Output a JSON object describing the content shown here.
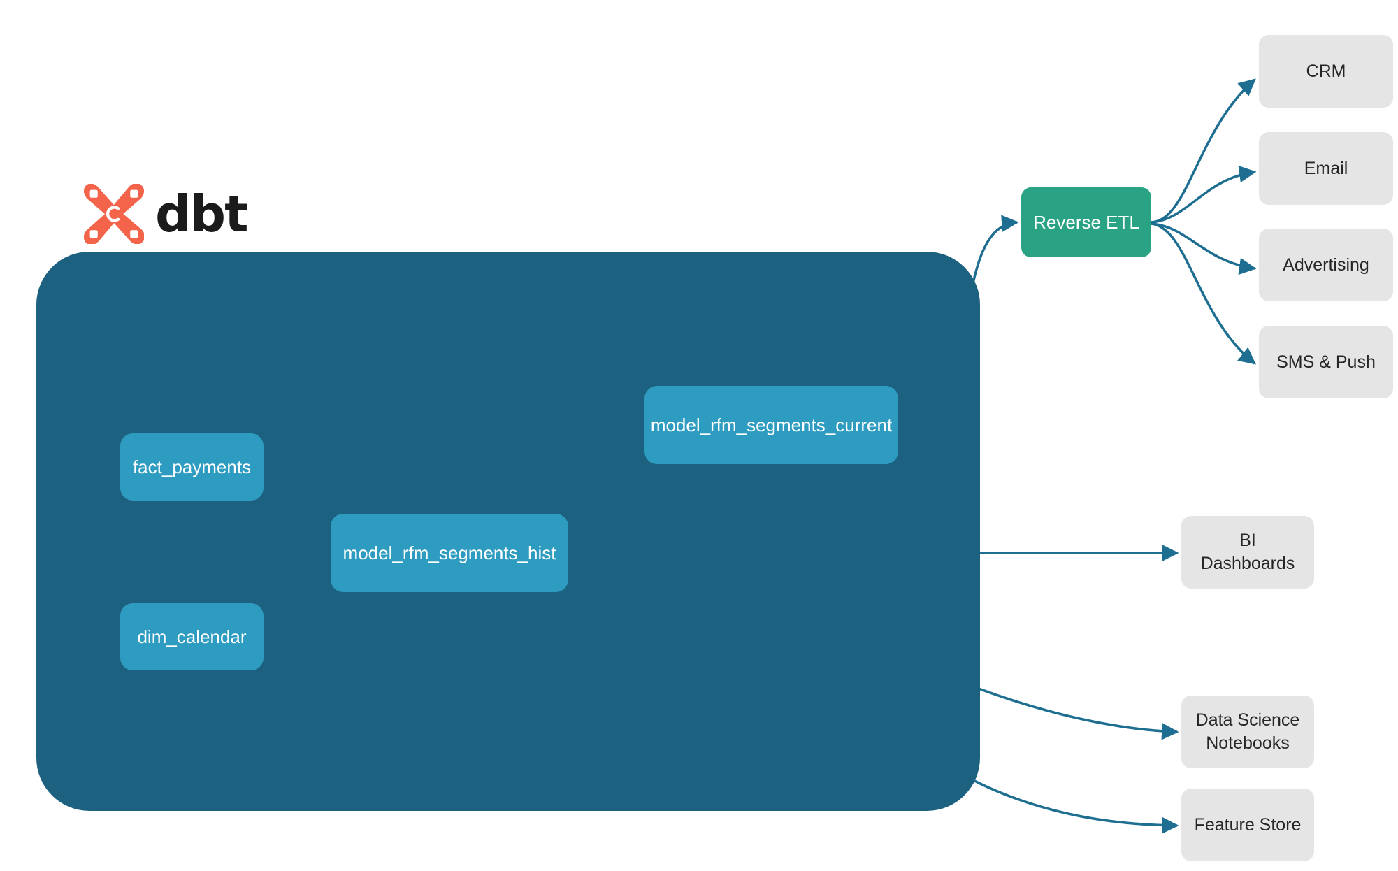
{
  "brand": {
    "logo_icon": "dbt-logo-icon",
    "wordmark": "dbt",
    "logo_color": "#f3644a",
    "wordmark_color": "#1b1b1b"
  },
  "colors": {
    "background": "#ffffff",
    "project_container": "#1d6180",
    "model_node": "#2e9cc0",
    "reverse_etl": "#29a383",
    "destination_box": "#e5e5e5",
    "edge_external": "#1d6e90",
    "edge_internal": "#2f8fae",
    "node_text": "#ffffff",
    "destination_text": "#262626"
  },
  "project": {
    "container_name": "dbt-project-container",
    "nodes": [
      {
        "id": "fact_payments",
        "label": "fact_payments"
      },
      {
        "id": "dim_calendar",
        "label": "dim_calendar"
      },
      {
        "id": "model_rfm_segments_hist",
        "label": "model_rfm_segments_hist"
      },
      {
        "id": "model_rfm_segments_current",
        "label": "model_rfm_segments_current"
      }
    ]
  },
  "activation": {
    "reverse_etl": {
      "id": "reverse_etl",
      "label": "Reverse ETL"
    },
    "destinations": [
      {
        "id": "crm",
        "label": "CRM"
      },
      {
        "id": "email",
        "label": "Email"
      },
      {
        "id": "advertising",
        "label": "Advertising"
      },
      {
        "id": "sms_push",
        "label": "SMS & Push"
      }
    ]
  },
  "analytics": {
    "destinations": [
      {
        "id": "bi_dashboards",
        "label": "BI Dashboards"
      },
      {
        "id": "data_science_notebooks",
        "label": "Data Science\nNotebooks"
      },
      {
        "id": "feature_store",
        "label": "Feature Store"
      }
    ]
  },
  "edges": [
    {
      "from": "fact_payments",
      "to": "model_rfm_segments_hist",
      "arrow": true
    },
    {
      "from": "dim_calendar",
      "to": "model_rfm_segments_hist",
      "arrow": true
    },
    {
      "from": "model_rfm_segments_hist",
      "to": "model_rfm_segments_current",
      "arrow": false
    },
    {
      "from": "model_rfm_segments_current",
      "to": "reverse_etl",
      "arrow": true
    },
    {
      "from": "reverse_etl",
      "to": "crm",
      "arrow": true
    },
    {
      "from": "reverse_etl",
      "to": "email",
      "arrow": true
    },
    {
      "from": "reverse_etl",
      "to": "advertising",
      "arrow": true
    },
    {
      "from": "reverse_etl",
      "to": "sms_push",
      "arrow": true
    },
    {
      "from": "model_rfm_segments_hist",
      "to": "bi_dashboards",
      "arrow": true
    },
    {
      "from": "model_rfm_segments_hist",
      "to": "data_science_notebooks",
      "arrow": true
    },
    {
      "from": "model_rfm_segments_hist",
      "to": "feature_store",
      "arrow": true
    }
  ]
}
